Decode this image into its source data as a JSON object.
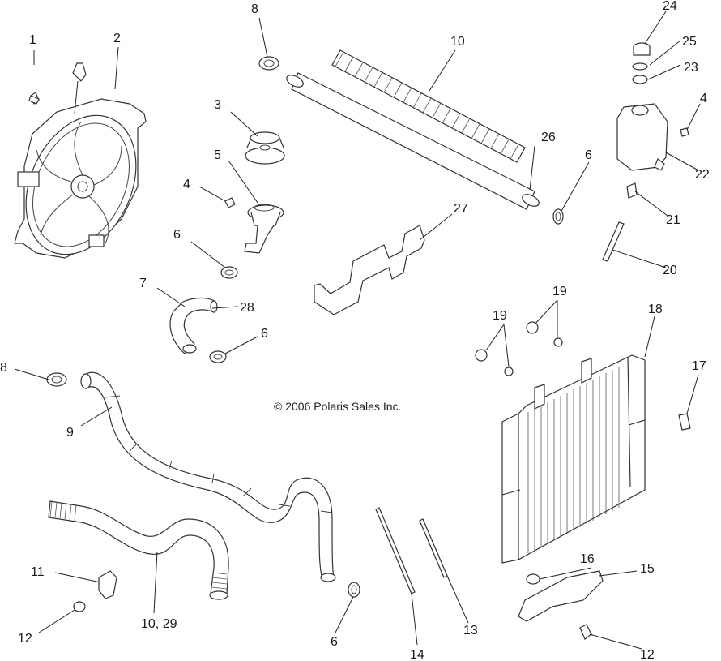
{
  "copyright": "© 2006 Polaris Sales Inc.",
  "labels": {
    "l1": "1",
    "l2": "2",
    "l3": "3",
    "l4a": "4",
    "l4b": "4",
    "l5": "5",
    "l6a": "6",
    "l6b": "6",
    "l6c": "6",
    "l6d": "6",
    "l7": "7",
    "l8a": "8",
    "l8b": "8",
    "l9": "9",
    "l10a": "10",
    "l10b": "10, 29",
    "l11": "11",
    "l12a": "12",
    "l12b": "12",
    "l13": "13",
    "l14": "14",
    "l15": "15",
    "l16": "16",
    "l17": "17",
    "l18": "18",
    "l19a": "19",
    "l19b": "19",
    "l20": "20",
    "l21": "21",
    "l22": "22",
    "l23": "23",
    "l24": "24",
    "l25": "25",
    "l26": "26",
    "l27": "27",
    "l28": "28"
  }
}
